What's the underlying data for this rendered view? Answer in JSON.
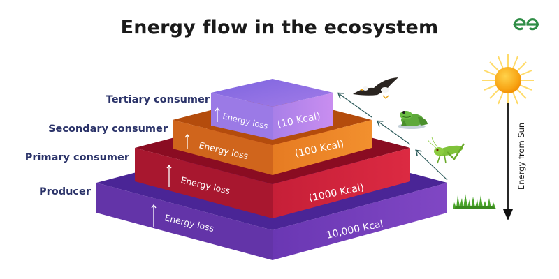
{
  "title": "Energy flow in the ecosystem",
  "logo": {
    "name": "geeksforgeeks-logo",
    "glyph": "ƏG",
    "color": "#2f8d46"
  },
  "levels": [
    {
      "label": "Tertiary consumer",
      "loss_label": "Energy loss",
      "energy": "(10 Kcal)",
      "organism": "eagle",
      "color_top": "#8a6de0",
      "color_left": "#9b7ae6",
      "color_right": "#b78ae6"
    },
    {
      "label": "Secondary consumer",
      "loss_label": "Energy loss",
      "energy": "(100 Kcal)",
      "organism": "frog",
      "color_top": "#b44c0c",
      "color_left": "#d4671b",
      "color_right": "#ef8a2a"
    },
    {
      "label": "Primary consumer",
      "loss_label": "Energy loss",
      "energy": "(1000 Kcal)",
      "organism": "grasshopper",
      "color_top": "#8a0c22",
      "color_left": "#b01a33",
      "color_right": "#d0243d"
    },
    {
      "label": "Producer",
      "loss_label": "Energy loss",
      "energy": "10,000 Kcal",
      "organism": "grass",
      "color_top": "#4a2596",
      "color_left": "#6334a8",
      "color_right": "#7c45c2"
    }
  ],
  "sun": {
    "label": "Energy from Sun",
    "icon": "sun-icon"
  },
  "colors": {
    "arrow": "#2c5a5a",
    "label_text": "#2b3369"
  }
}
